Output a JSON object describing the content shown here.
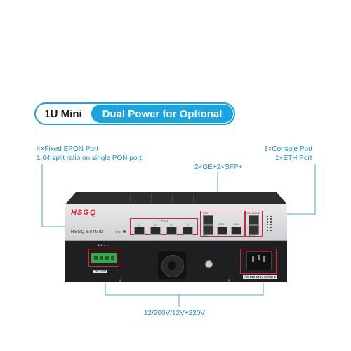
{
  "title": {
    "left": "1U Mini",
    "right": "Dual Power for Optional"
  },
  "callouts": {
    "pon_line1": "4×Fixed EPON Port",
    "pon_line2": "1:64 split ratio on single PON port",
    "console_line1": "1×Console Port",
    "console_line2": "1×ETH Port",
    "ge": "2×GE+2×SFP+",
    "power": "12/200V/12V+220V"
  },
  "device": {
    "brand": "HSGQ",
    "model": "HSGQ-E04MID",
    "pon_label": "PON",
    "pon_numbers": [
      "1",
      "2",
      "3",
      "4"
    ],
    "rst": "RST",
    "ge1": "GE1",
    "ge2": "GE2",
    "ge3": "GE3",
    "ge4": "GE4",
    "console": "CONSOLE",
    "eth": "ETH",
    "dc_label": "DC 12V",
    "dc_terminals": "+ +  −  −",
    "ac_label": "AC 100-240V 50/60Hz"
  },
  "colors": {
    "accent": "#1aa4e0",
    "highlight": "#e02030",
    "brand": "#d8232a"
  }
}
